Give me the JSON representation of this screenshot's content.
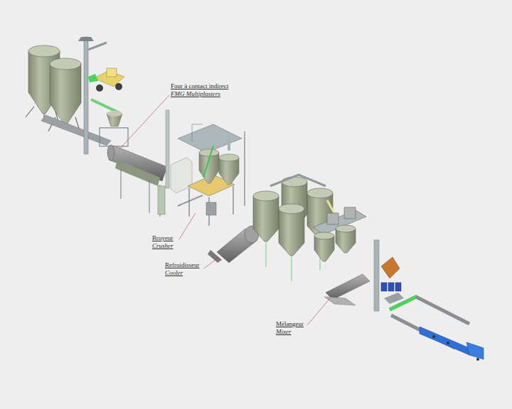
{
  "diagram": {
    "labels": [
      "Four à contact indirect",
      "FMG Multiplasters",
      "Broyeur",
      "Crusher",
      "Refroidisseur",
      "Cooler",
      "Mélangeur",
      "Mixer"
    ]
  }
}
